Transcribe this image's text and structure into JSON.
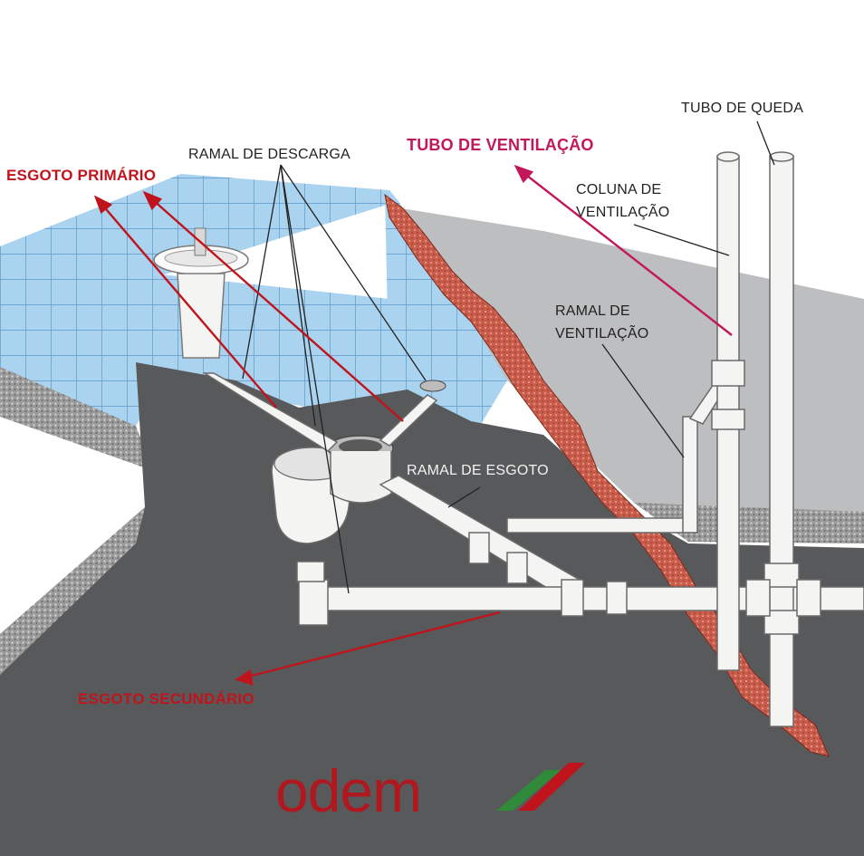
{
  "labels": {
    "ramal_descarga": "RAMAL DE DESCARGA",
    "esgoto_primario": "ESGOTO PRIMÁRIO",
    "tubo_ventilacao": "TUBO DE VENTILAÇÃO",
    "tubo_queda": "TUBO DE QUEDA",
    "coluna_ventilacao_1": "COLUNA DE",
    "coluna_ventilacao_2": "VENTILAÇÃO",
    "ramal_ventilacao_1": "RAMAL DE",
    "ramal_ventilacao_2": "VENTILAÇÃO",
    "ramal_esgoto": "RAMAL DE ESGOTO",
    "esgoto_secundario": "ESGOTO SECUNDÁRIO"
  },
  "logo": {
    "text": "odem"
  },
  "colors": {
    "tile": "#a9d3ef",
    "grout": "#5f98c8",
    "floor": "#58595b",
    "gray_wall": "#bdbec0",
    "brick": "#c95c4a",
    "pipe": "#f4f4f2",
    "red_label": "#c0141c",
    "magenta_label": "#c2185b",
    "logo_red": "#b01820",
    "logo_green": "#2f8a3a"
  }
}
